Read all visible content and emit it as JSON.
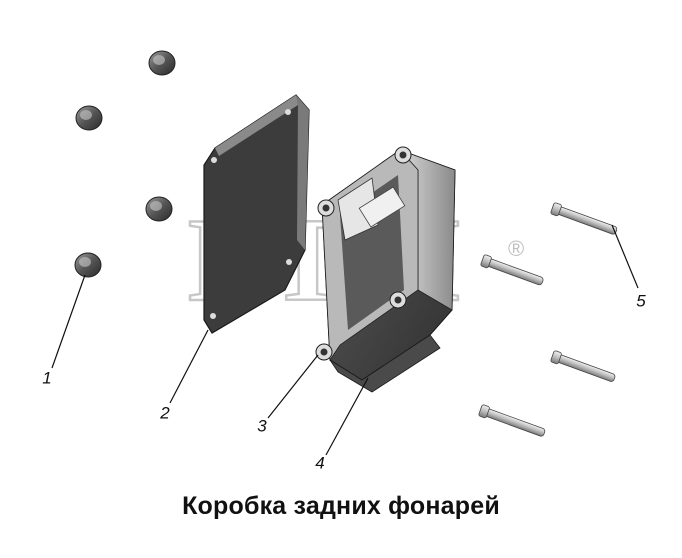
{
  "caption": "Коробка задних фонарей",
  "callouts": [
    "1",
    "2",
    "3",
    "4",
    "5"
  ],
  "watermark": {
    "text": "BTM",
    "mark": "®"
  },
  "colors": {
    "part_dark": "#3a3a3a",
    "part_mid": "#6b6b6b",
    "part_light": "#bdbdbd",
    "line": "#111111"
  }
}
